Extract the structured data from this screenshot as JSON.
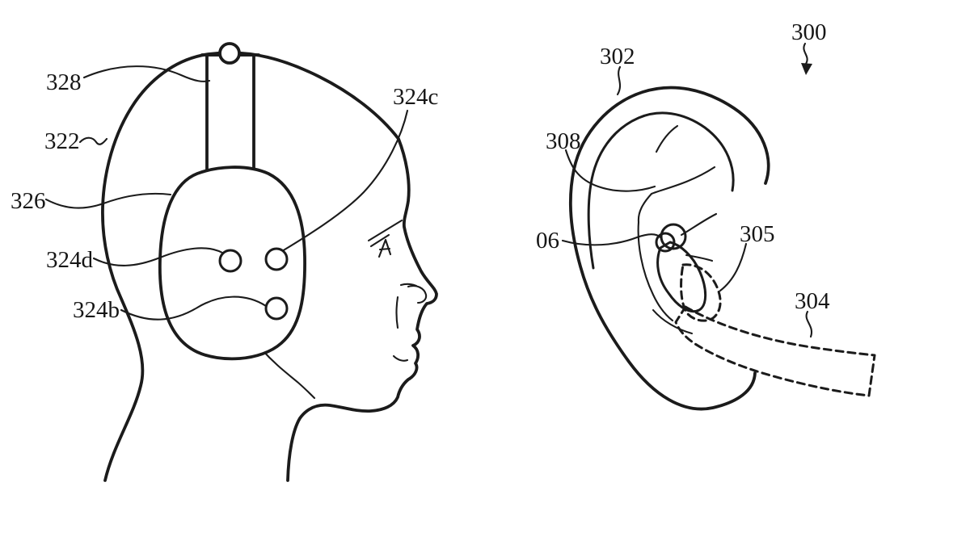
{
  "diagram": {
    "background": "#ffffff",
    "ink_color": "#1b1b1b",
    "left_figure": "head wearing over-ear headphones with headband and three ear-cup sensors",
    "right_figure": "ear with hatched in-ear earbud and hatched dashed band",
    "labels": {
      "328": "328",
      "322": "322",
      "326": "326",
      "324d": "324d",
      "324b": "324b",
      "324c": "324c",
      "300": "300",
      "302": "302",
      "308": "308",
      "06": "06",
      "305": "305",
      "304": "304"
    }
  }
}
